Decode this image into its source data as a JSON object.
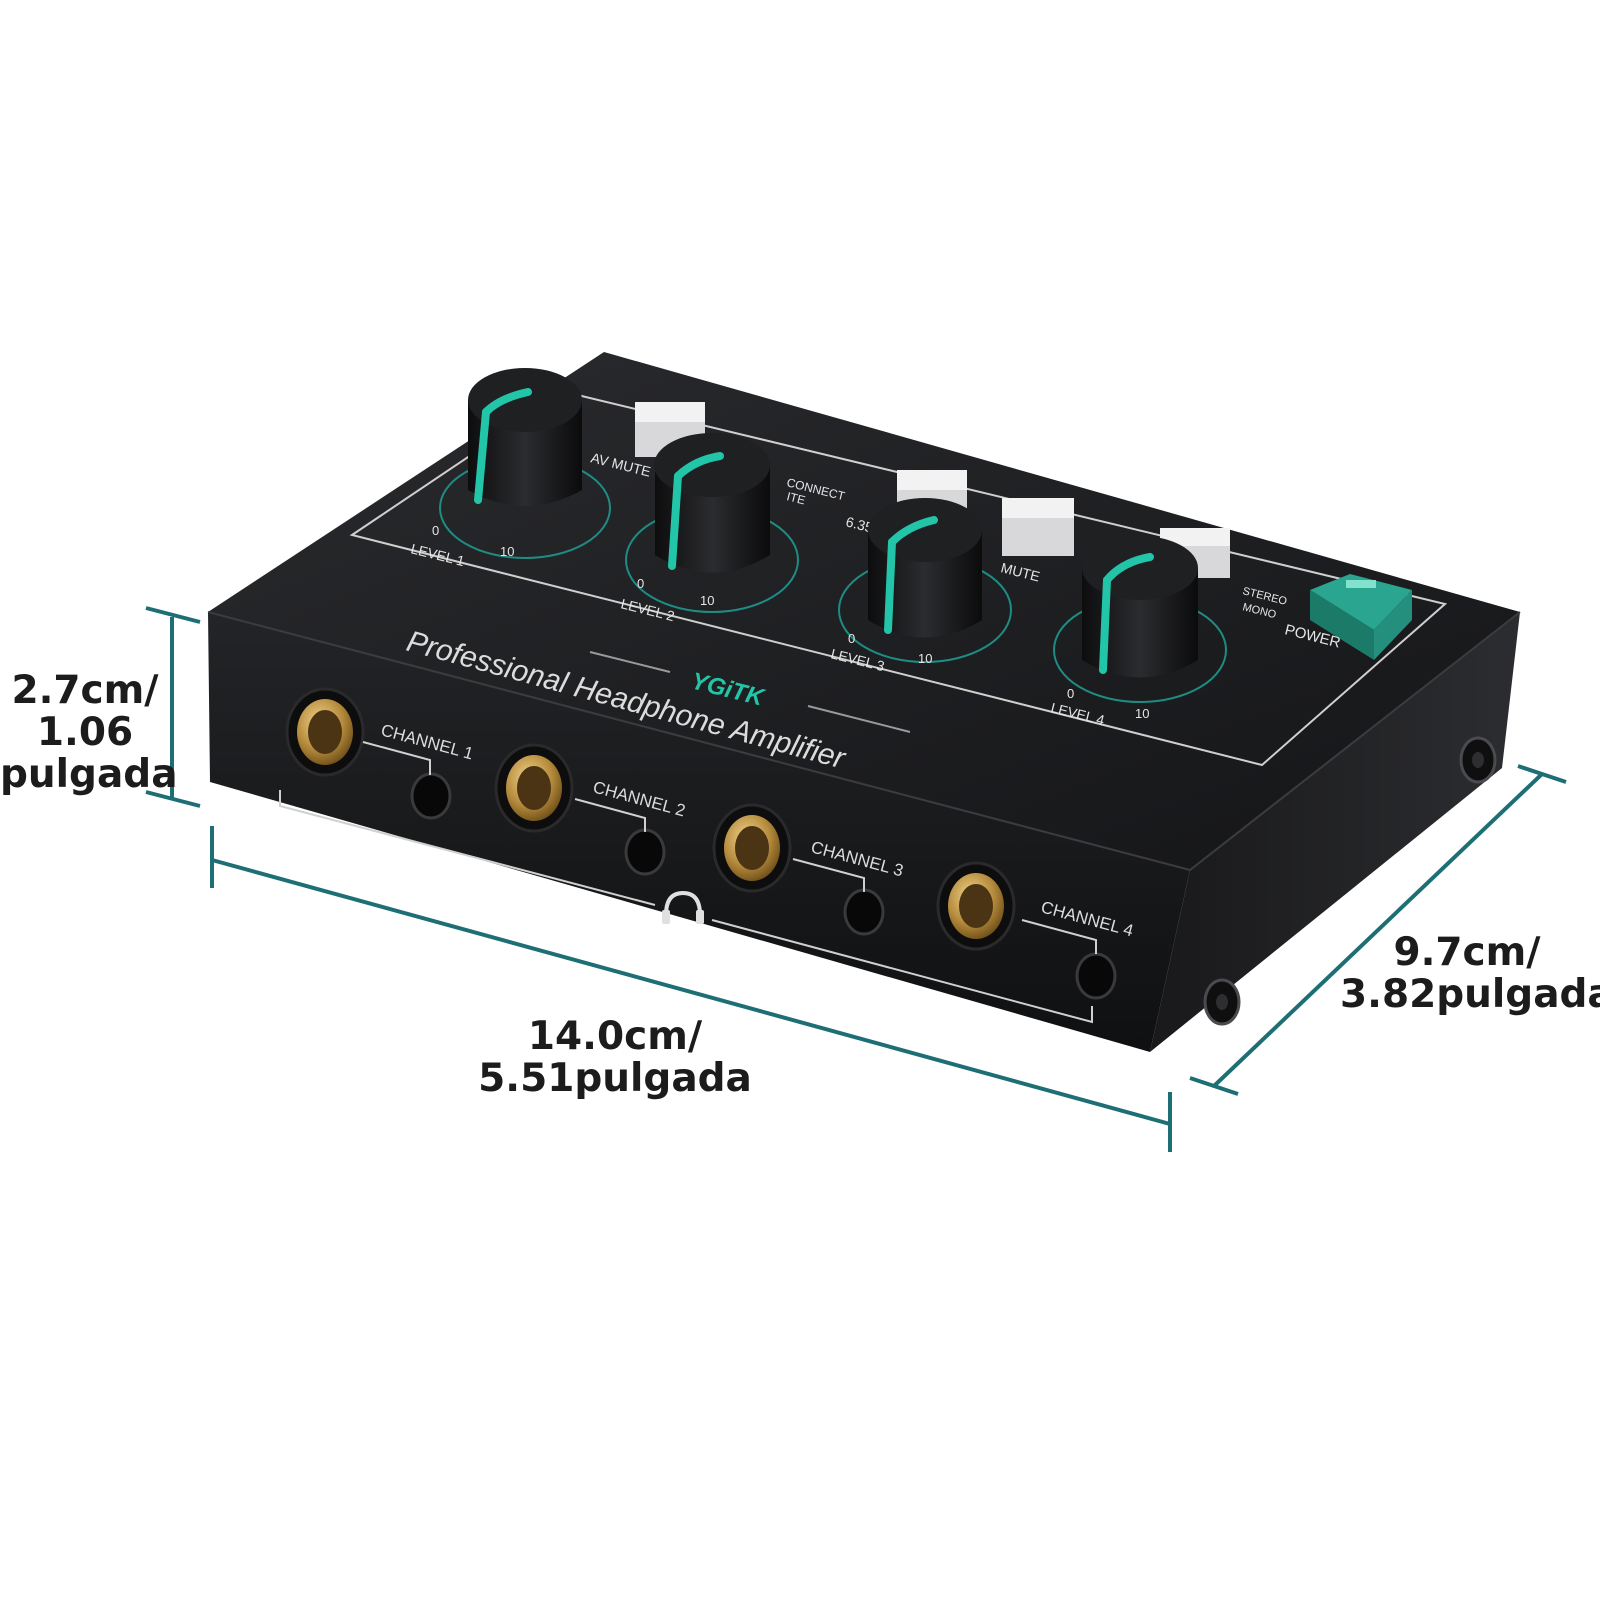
{
  "product": {
    "brand": "YGiTK",
    "title": "Professional Headphone Amplifier",
    "power_label": "POWER",
    "mode_labels": [
      "STEREO",
      "MONO"
    ],
    "switch_labels": [
      "AV MUTE",
      "CONNECT",
      "ITE",
      "6.35",
      "MUTE"
    ],
    "knobs": [
      {
        "label": "LEVEL 1",
        "min": "0",
        "max": "10"
      },
      {
        "label": "LEVEL 2",
        "min": "0",
        "max": "10"
      },
      {
        "label": "LEVEL 3",
        "min": "0",
        "max": "10"
      },
      {
        "label": "LEVEL 4",
        "min": "0",
        "max": "10"
      }
    ],
    "channels": [
      "CHANNEL 1",
      "CHANNEL 2",
      "CHANNEL 3",
      "CHANNEL 4"
    ],
    "headphone_icon": "headphones-icon"
  },
  "dimensions": {
    "height": [
      "2.7cm/",
      "1.06",
      "pulgada"
    ],
    "width": [
      "14.0cm/",
      "5.51pulgada"
    ],
    "depth": [
      "9.7cm/",
      "3.82pulgada"
    ]
  },
  "colors": {
    "accent": "#1f8c84",
    "knob_teal": "#22c5a8",
    "body": "#1b1c1e",
    "jack_gold": "#c6a15b",
    "dimension_line": "#1d6f75"
  }
}
